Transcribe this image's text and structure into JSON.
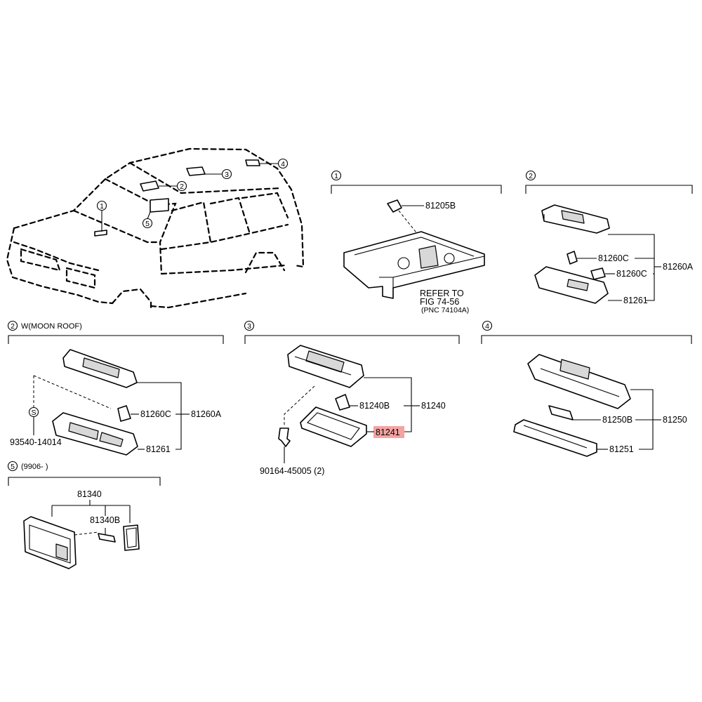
{
  "vehicle_markers": [
    "1",
    "2",
    "3",
    "4",
    "5"
  ],
  "sections": {
    "s1": {
      "marker": "1",
      "caption": ""
    },
    "s2": {
      "marker": "2",
      "caption": ""
    },
    "s2w": {
      "marker": "2",
      "caption": "W(MOON ROOF)"
    },
    "s3": {
      "marker": "3",
      "caption": ""
    },
    "s4": {
      "marker": "4",
      "caption": ""
    },
    "s5": {
      "marker": "5",
      "caption": "(9906-      )"
    }
  },
  "labels": {
    "p81205B": "81205B",
    "refer_to": "REFER TO",
    "fig": "FIG 74-56",
    "pnc": "(PNC 74104A)",
    "s2_81260C_a": "81260C",
    "s2_81260C_b": "81260C",
    "s2_81260A": "81260A",
    "s2_81261": "81261",
    "w_81260C": "81260C",
    "w_81260A": "81260A",
    "w_81261": "81261",
    "w_93540": "93540-14014",
    "w_S": "S",
    "s3_81240B": "81240B",
    "s3_81240": "81240",
    "s3_81241": "81241",
    "s3_90164": "90164-45005 (2)",
    "s4_81250B": "81250B",
    "s4_81250": "81250",
    "s4_81251": "81251",
    "s5_81340": "81340",
    "s5_81340B": "81340B"
  },
  "highlight_color": "#f4a3a3"
}
